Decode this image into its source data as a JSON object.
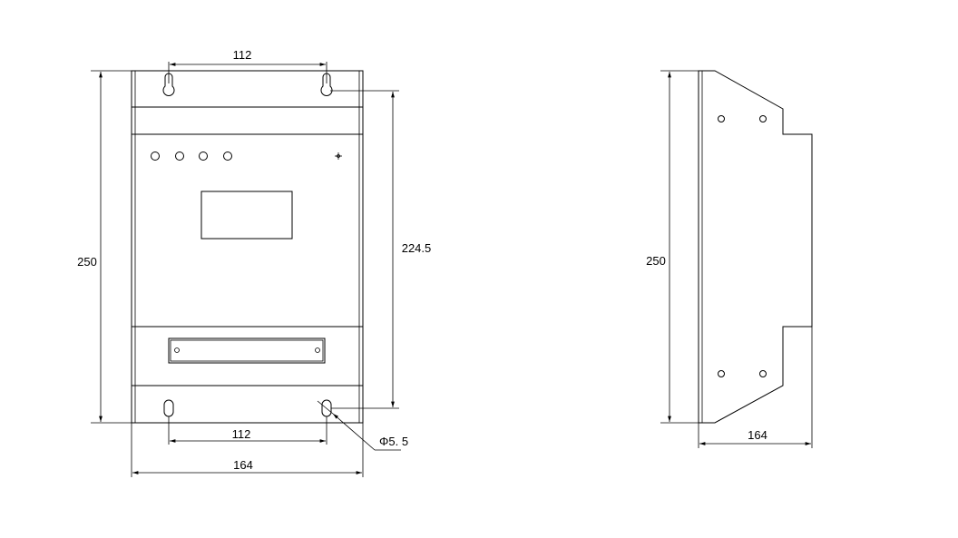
{
  "front_view": {
    "dims": {
      "top_hole_spacing": "112",
      "bottom_hole_spacing": "112",
      "overall_height": "250",
      "hole_vertical_spacing": "224.5",
      "overall_width": "164",
      "hole_diameter": "Φ5. 5"
    },
    "indicator_count": 4
  },
  "side_view": {
    "dims": {
      "overall_height": "250",
      "depth": "164"
    }
  }
}
